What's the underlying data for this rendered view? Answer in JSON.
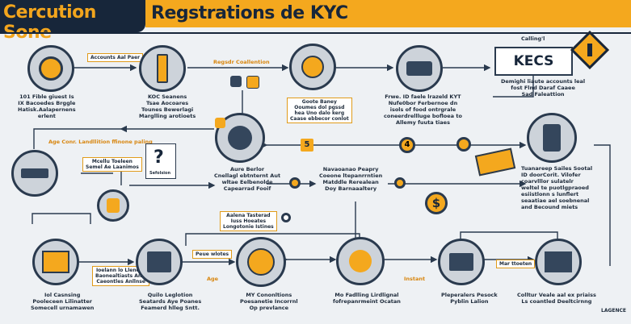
{
  "header": {
    "left_title": "Cercution Sone",
    "right_title": "Regstrations de KYC"
  },
  "kecs": {
    "small_label": "Calling'l",
    "box_label": "KECS",
    "desc": [
      "Demighi liaute accounts leal",
      "fost Flnd Daraf Caaee",
      "Sad Faleattion"
    ]
  },
  "labels": {
    "accounts_top": "Accounts Aal Paer",
    "registr_collection": "Regsdr Coallention",
    "age_label": "Age Conr. Landllition ffinone paling",
    "gouter_box": [
      "Goote Baney",
      "Ooumes dol pgssd",
      "hea Uno dalo kerg",
      "Caase ebbecor conlot"
    ],
    "number_1": "5",
    "number_2": "4",
    "tooltip_left": [
      "Mcellu Toeleen",
      "Semel Ae Laanimos"
    ],
    "mid_bottom_box": [
      "Aalena Tasterad",
      "Iuss Hoeates",
      "Longotonie Istines"
    ],
    "pay_status": "Peue wlotes",
    "loiarr_box": [
      "Ioelann lo Llenoes",
      "Baonealtiasts Anal",
      "Caeontles Anllnse"
    ],
    "age": "Age",
    "instant": "Instant",
    "mar_label": "Mar ttoeten",
    "question_caption": "Sefolsion"
  },
  "nodes": {
    "n1": [
      "101 Fible giuest Is",
      "IX Bacoedes Brggle",
      "Hatisk.Aalapernens",
      "erlent"
    ],
    "n2": [
      "KOC Seanens",
      "Tsae Aocoares",
      "Tounes Bewerlagi",
      "Marglling arotioets"
    ],
    "n4": [
      "Frwe. ID faele lrazeld KYT",
      "Nufe0bor Ferbernoe dn",
      "isols of food ontrgrale",
      "coneerdrellluge bofloea to",
      "Allemy fuuta tiaes"
    ],
    "n5": [
      "Aure Berlor",
      "Cnellagl ebtnternt Aut",
      "wltae Eelbenolde",
      "Capearrad Fooif"
    ],
    "n6": [
      "Navaoanao Peapry",
      "Coeone ltepanrrntien",
      "Matddle Rerealean",
      "Doy Barnaaaltery"
    ],
    "n7": [
      "Tuanareep Sailes Sootal",
      "ID doorCorit. Vilofer",
      "coarvlllor sulatelr",
      "weltel te puotlgpraoed",
      "esiistlonn s lunflert",
      "seaatiae ael soebnenal",
      "and Becound miets"
    ],
    "n8": [
      "Iol Casnsing",
      "Pooleceen Lilinatter",
      "Somecell urnamawen"
    ],
    "n9": [
      "Quilo Leglotion",
      "Seatards Aye Poanes",
      "Feamerd hlleg Sntt."
    ],
    "n10": [
      "MY Cononltions",
      "Poesanetie Incorrnl",
      "Op prevlance"
    ],
    "n11": [
      "Mo Fadlling Lirdlignal",
      "fofrepanrmeint Ocatan"
    ],
    "n12": [
      "Pleperalers Pesock",
      "Pyblin Lalion"
    ],
    "n13": [
      "Colltur Veale aal ex priaiss",
      "Ls coantled Deeltcirnng"
    ]
  },
  "colors": {
    "accent": "#f4a81e",
    "dark": "#17263a",
    "node_fill": "#cdd3da"
  },
  "footer": {
    "brand": "LAGENCE"
  }
}
